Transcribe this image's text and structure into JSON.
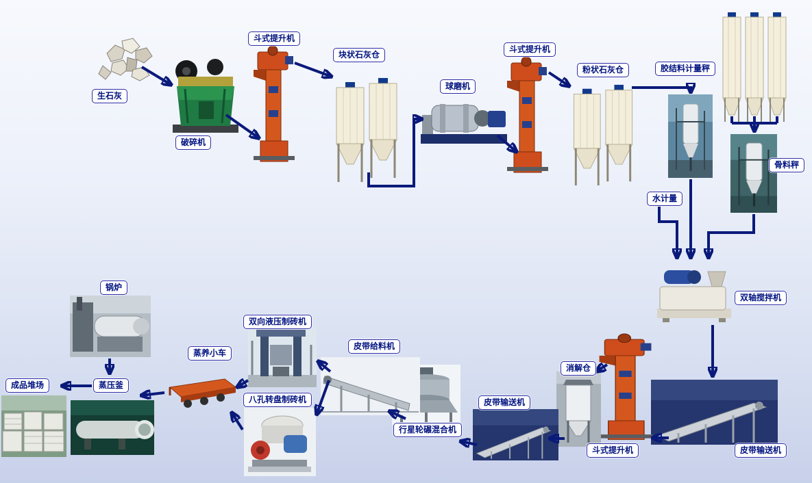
{
  "labels": {
    "quicklime": "生石灰",
    "crusher": "破碎机",
    "bucket_elevator_1": "斗式提升机",
    "lump_lime_silo": "块状石灰仓",
    "ball_mill": "球磨机",
    "bucket_elevator_2": "斗式提升机",
    "powder_lime_silo": "粉状石灰仓",
    "binder_scale": "胶结料计量秤",
    "aggregate_scale": "骨料秤",
    "water_meter": "水计量",
    "twin_shaft_mixer": "双轴搅拌机",
    "belt_conveyor_right": "皮带输送机",
    "bucket_elevator_3": "斗式提升机",
    "digestion_silo": "消解仓",
    "belt_conveyor_mid": "皮带输送机",
    "planetary_mixer": "行星轮碾混合机",
    "belt_feeder": "皮带给料机",
    "hydraulic_brick_machine": "双向液压制砖机",
    "rotary_brick_machine": "八孔转盘制砖机",
    "steam_cart": "蒸养小车",
    "autoclave": "蒸压釜",
    "boiler": "锅炉",
    "product_yard": "成品堆场"
  },
  "colors": {
    "arrow": "#0a1a7a",
    "label_border": "#2b2ba6",
    "label_text": "#001280",
    "label_bg": "#ffffff",
    "background_top": "#f7f9fd",
    "background_bottom": "#c8d1ea",
    "elevator_orange": "#cf4d1c",
    "crusher_green": "#1f7a43",
    "silo_cream": "#f3eedb"
  },
  "flow": [
    {
      "from": "quicklime",
      "to": "crusher"
    },
    {
      "from": "crusher",
      "to": "bucket_elevator_1"
    },
    {
      "from": "bucket_elevator_1",
      "to": "lump_lime_silo"
    },
    {
      "from": "lump_lime_silo",
      "to": "ball_mill"
    },
    {
      "from": "ball_mill",
      "to": "bucket_elevator_2"
    },
    {
      "from": "bucket_elevator_2",
      "to": "powder_lime_silo"
    },
    {
      "from": "powder_lime_silo",
      "to": "binder_scale"
    },
    {
      "from": "binder_scale",
      "to": "twin_shaft_mixer"
    },
    {
      "from": "storage_silos",
      "to": "aggregate_scale"
    },
    {
      "from": "aggregate_scale",
      "to": "twin_shaft_mixer"
    },
    {
      "from": "water_meter",
      "to": "twin_shaft_mixer"
    },
    {
      "from": "twin_shaft_mixer",
      "to": "belt_conveyor_right"
    },
    {
      "from": "belt_conveyor_right",
      "to": "bucket_elevator_3"
    },
    {
      "from": "bucket_elevator_3",
      "to": "digestion_silo"
    },
    {
      "from": "digestion_silo",
      "to": "belt_conveyor_mid"
    },
    {
      "from": "belt_conveyor_mid",
      "to": "planetary_mixer"
    },
    {
      "from": "planetary_mixer",
      "to": "belt_feeder"
    },
    {
      "from": "belt_feeder",
      "to": "hydraulic_brick_machine"
    },
    {
      "from": "belt_feeder",
      "to": "rotary_brick_machine"
    },
    {
      "from": "hydraulic_brick_machine",
      "to": "steam_cart"
    },
    {
      "from": "rotary_brick_machine",
      "to": "steam_cart"
    },
    {
      "from": "steam_cart",
      "to": "autoclave"
    },
    {
      "from": "boiler",
      "to": "autoclave"
    },
    {
      "from": "autoclave",
      "to": "product_yard"
    }
  ]
}
